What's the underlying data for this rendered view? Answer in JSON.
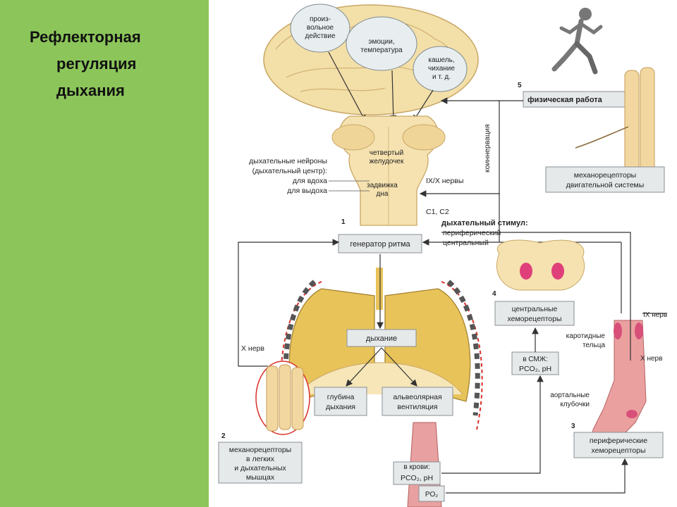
{
  "slide": {
    "title_lines": [
      "Рефлекторная",
      "регуляция",
      "дыхания"
    ],
    "colors": {
      "left_panel": "#8cc65a",
      "tissue": "#f2dca0",
      "lung": "#e8c35a",
      "red_dash": "#d8302a"
    }
  },
  "diagram": {
    "bubbles": {
      "voluntary": [
        "произ-",
        "вольное",
        "действие"
      ],
      "emotions": [
        "эмоции,",
        "температура"
      ],
      "cough": [
        "кашель,",
        "чихание",
        "и т. д."
      ]
    },
    "brainstem": {
      "ventricle": [
        "четвертый",
        "желудочек"
      ],
      "obex": [
        "задвижка",
        "дна"
      ],
      "nerves_ix_x": "IX/X нервы",
      "c1c2": "C1, C2",
      "neurons_title": [
        "дыхательные нейроны",
        "(дыхательный центр):"
      ],
      "inhale": "для вдоха",
      "exhale": "для выдоха"
    },
    "coinnervation": "коиннервация",
    "physical_work": {
      "number": "5",
      "label": "физическая работа"
    },
    "mechanoreceptors_motor": [
      "механорецепторы",
      "двигательной системы"
    ],
    "stimulus": {
      "title": "дыхательный стимул:",
      "items": [
        "периферический",
        "центральный"
      ]
    },
    "rhythm_generator": {
      "number": "1",
      "label": "генератор ритма"
    },
    "breathing": "дыхание",
    "depth": [
      "глубина",
      "дыхания"
    ],
    "alveolar": [
      "альвеолярная",
      "вентиляция"
    ],
    "x_nerve_left": "X нерв",
    "mechanoreceptors_lungs": {
      "number": "2",
      "lines": [
        "механорецепторы",
        "в легких",
        "и дыхательных",
        "мышцах"
      ]
    },
    "central_chemo": {
      "number": "4",
      "lines": [
        "центральные",
        "хеморецепторы"
      ]
    },
    "csf": {
      "lines": [
        "в СМЖ:",
        "PCO₂, pH"
      ]
    },
    "ix_nerve": "IX нерв",
    "x_nerve_right": "X нерв",
    "carotid": [
      "каротидные",
      "тельца"
    ],
    "aortic": [
      "аортальные",
      "клубочки"
    ],
    "peripheral_chemo": {
      "number": "3",
      "lines": [
        "периферические",
        "хеморецепторы"
      ]
    },
    "blood": {
      "lines": [
        "в крови:",
        "PCO₂, pH",
        "PO₂"
      ]
    }
  }
}
